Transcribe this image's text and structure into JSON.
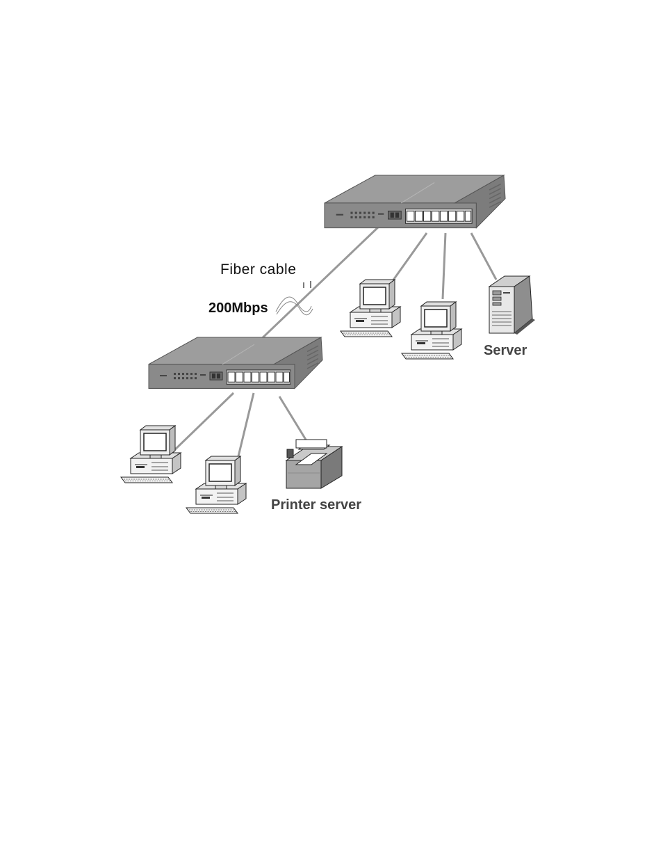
{
  "labels": {
    "fiber_cable": "Fiber cable",
    "speed": "200Mbps",
    "server": "Server",
    "printer_server": "Printer server"
  },
  "colors": {
    "device_body": "#8c8c8c",
    "device_top": "#9d9d9d",
    "cable": "#999999",
    "line_art": "#222222"
  },
  "icons": [
    "switch-icon",
    "computer-icon",
    "server-icon",
    "printer-icon",
    "fiber-wave-icon"
  ]
}
